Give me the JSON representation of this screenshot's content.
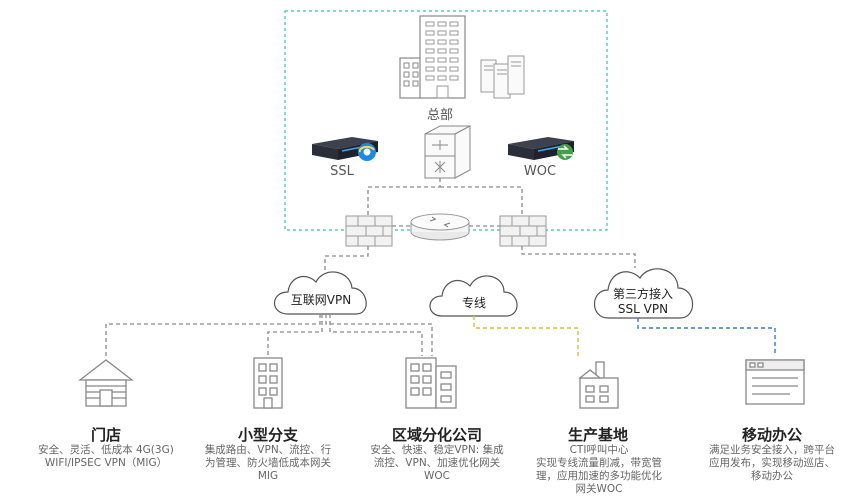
{
  "hq": {
    "label": "总部",
    "ssl_label": "SSL",
    "woc_label": "WOC"
  },
  "clouds": {
    "internet_vpn": "互联网VPN",
    "leased_line": "专线",
    "third_party_line1": "第三方接入",
    "third_party_line2": "SSL VPN"
  },
  "branches": [
    {
      "title": "门店",
      "desc_lines": [
        "安全、灵活、低成本 4G(3G)",
        "WIFI/IPSEC VPN（MIG）"
      ]
    },
    {
      "title": "小型分支",
      "desc_lines": [
        "集成路由、VPN、流控、行",
        "为管理、防火墙低成本网关",
        "MIG"
      ]
    },
    {
      "title": "区域分化公司",
      "desc_lines": [
        "安全、快速、稳定VPN: 集成",
        "流控、VPN、加速优化网关",
        "WOC"
      ]
    },
    {
      "title": "生产基地",
      "desc_lines": [
        "CTI呼叫中心",
        "实现专线流量削减，带宽管",
        "理，应用加速的多功能优化",
        "网关WOC"
      ]
    },
    {
      "title": "移动办公",
      "desc_lines": [
        "满足业务安全接入，跨平台",
        "应用发布，实现移动巡店、",
        "移动办公"
      ]
    }
  ],
  "colors": {
    "hq_border": "#3cbfae",
    "internet_line": "#8a8a8a",
    "leased_line": "#c9c43a",
    "ssl_line": "#3a7fc0",
    "device_dark": "#2b2f3a"
  }
}
